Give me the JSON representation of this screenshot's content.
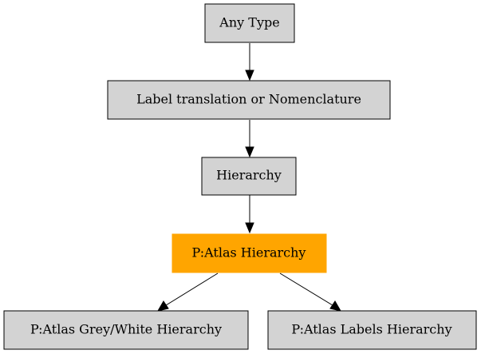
{
  "diagram": {
    "nodes": {
      "any_type": "Any Type",
      "label_translation": "Label translation or Nomenclature",
      "hierarchy": "Hierarchy",
      "patlas_hierarchy": "P:Atlas Hierarchy",
      "patlas_grey_white": "P:Atlas Grey/White Hierarchy",
      "patlas_labels": "P:Atlas Labels Hierarchy"
    },
    "edges": [
      {
        "from": "any_type",
        "to": "label_translation"
      },
      {
        "from": "label_translation",
        "to": "hierarchy"
      },
      {
        "from": "hierarchy",
        "to": "patlas_hierarchy"
      },
      {
        "from": "patlas_hierarchy",
        "to": "patlas_grey_white"
      },
      {
        "from": "patlas_hierarchy",
        "to": "patlas_labels"
      }
    ],
    "colors": {
      "node_fill": "#d3d3d3",
      "highlight_fill": "#ffa500",
      "stroke": "#000000"
    }
  }
}
